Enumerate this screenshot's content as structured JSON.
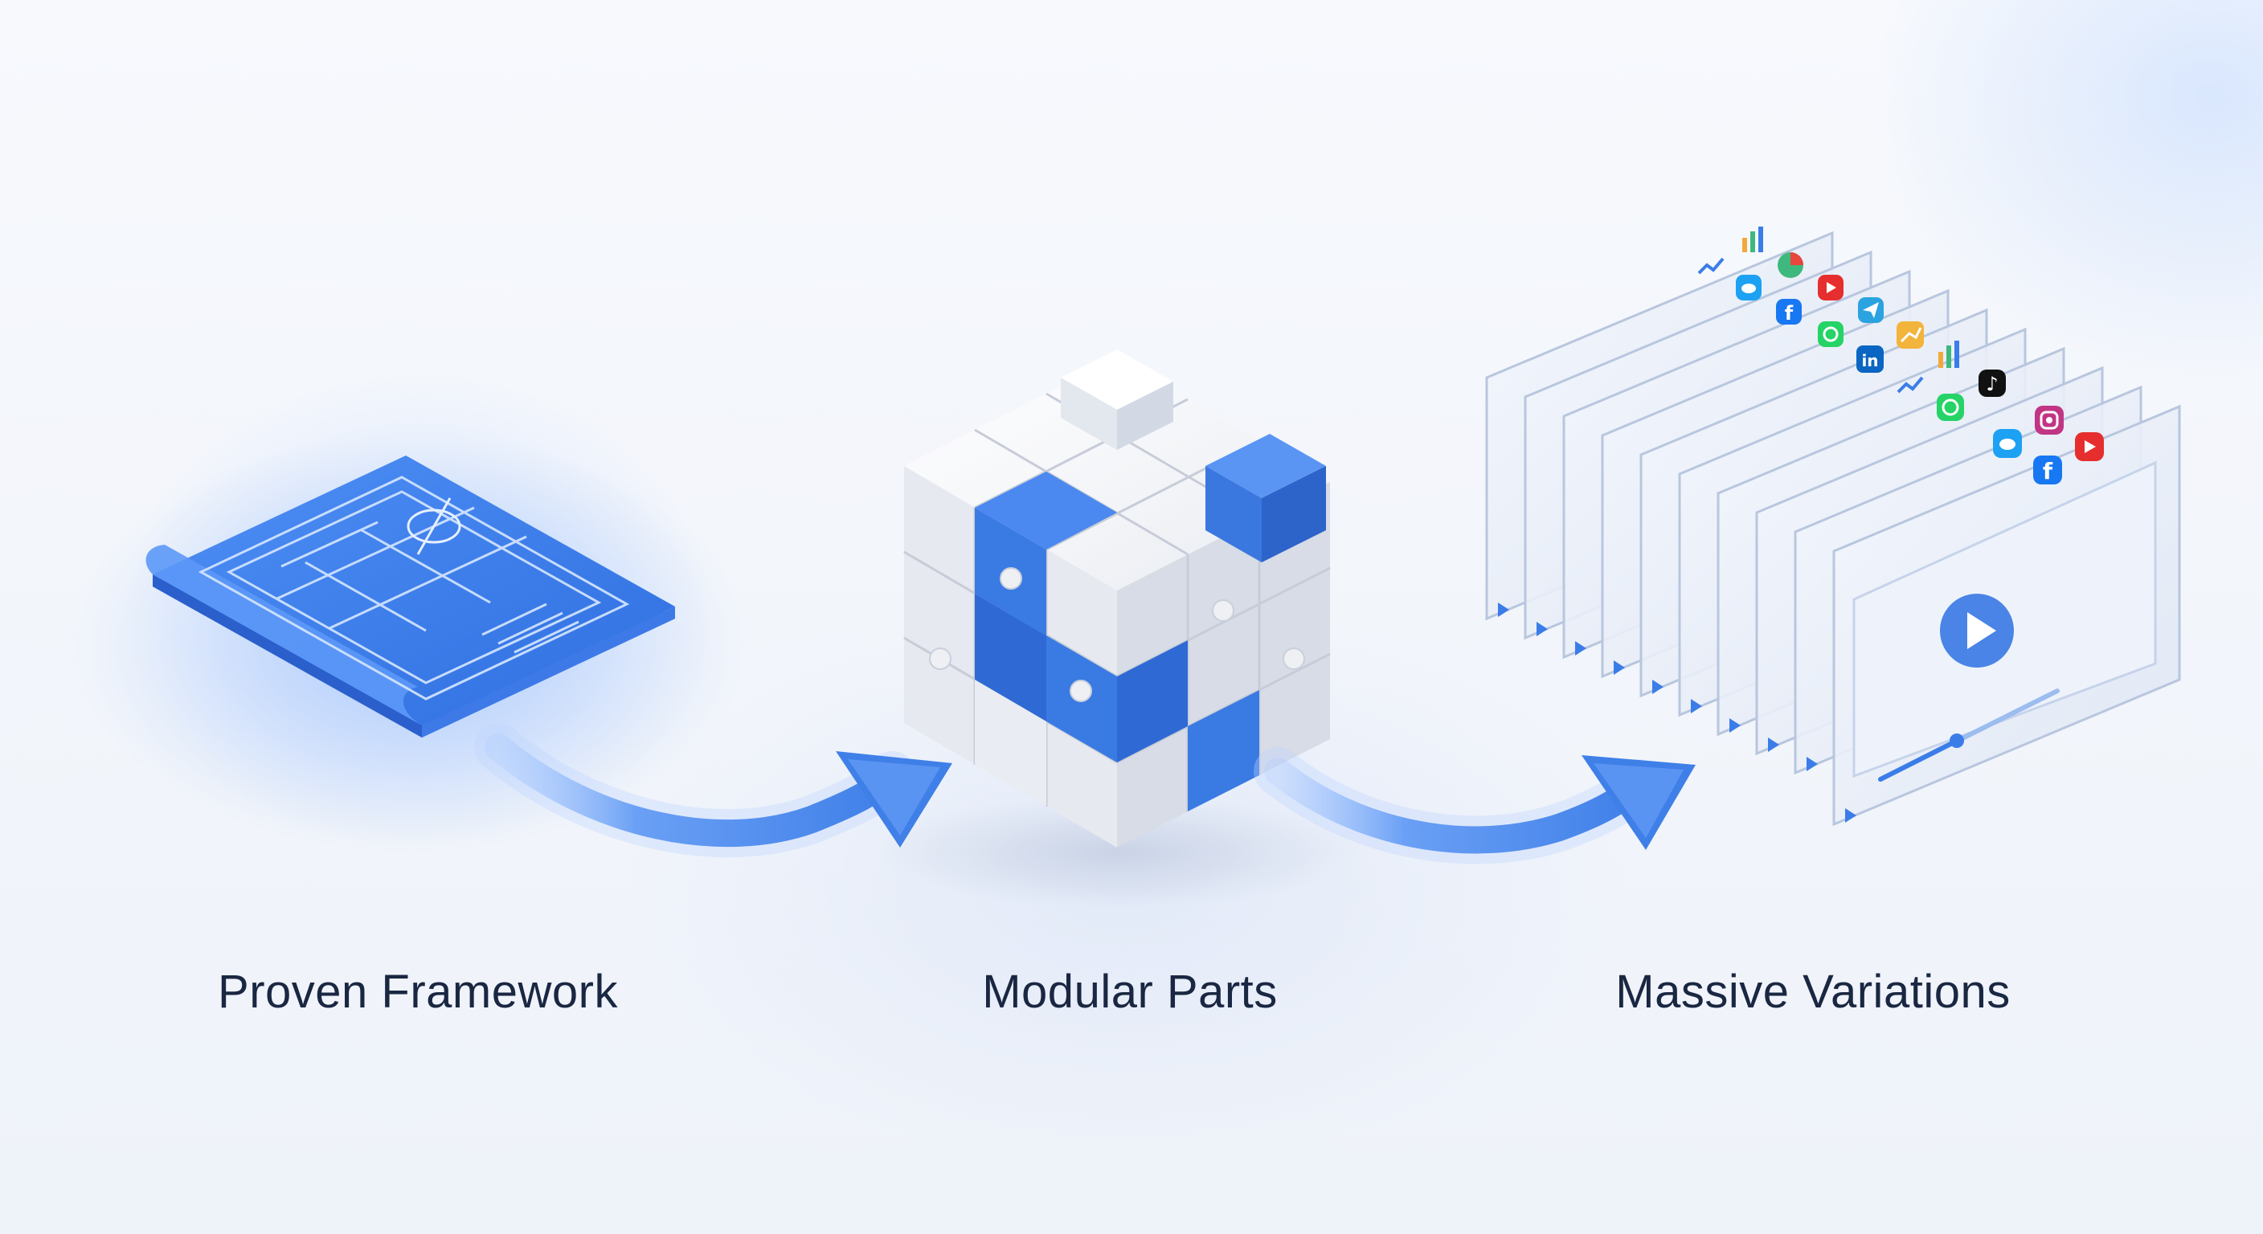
{
  "steps": [
    {
      "label": "Proven Framework"
    },
    {
      "label": "Modular Parts"
    },
    {
      "label": "Massive Variations"
    }
  ],
  "colors": {
    "accent": "#3b7de8",
    "accent_light": "#7fb0ff",
    "piece_white": "#eef0f4",
    "text": "#1a2742"
  },
  "icons": [
    "blueprint-icon",
    "arrow-icon",
    "puzzle-cube-icon",
    "card-stack-icon",
    "play-icon",
    "facebook-icon",
    "twitter-icon",
    "youtube-icon",
    "instagram-icon",
    "tiktok-icon",
    "linkedin-icon",
    "whatsapp-icon",
    "telegram-icon",
    "chart-icon"
  ]
}
